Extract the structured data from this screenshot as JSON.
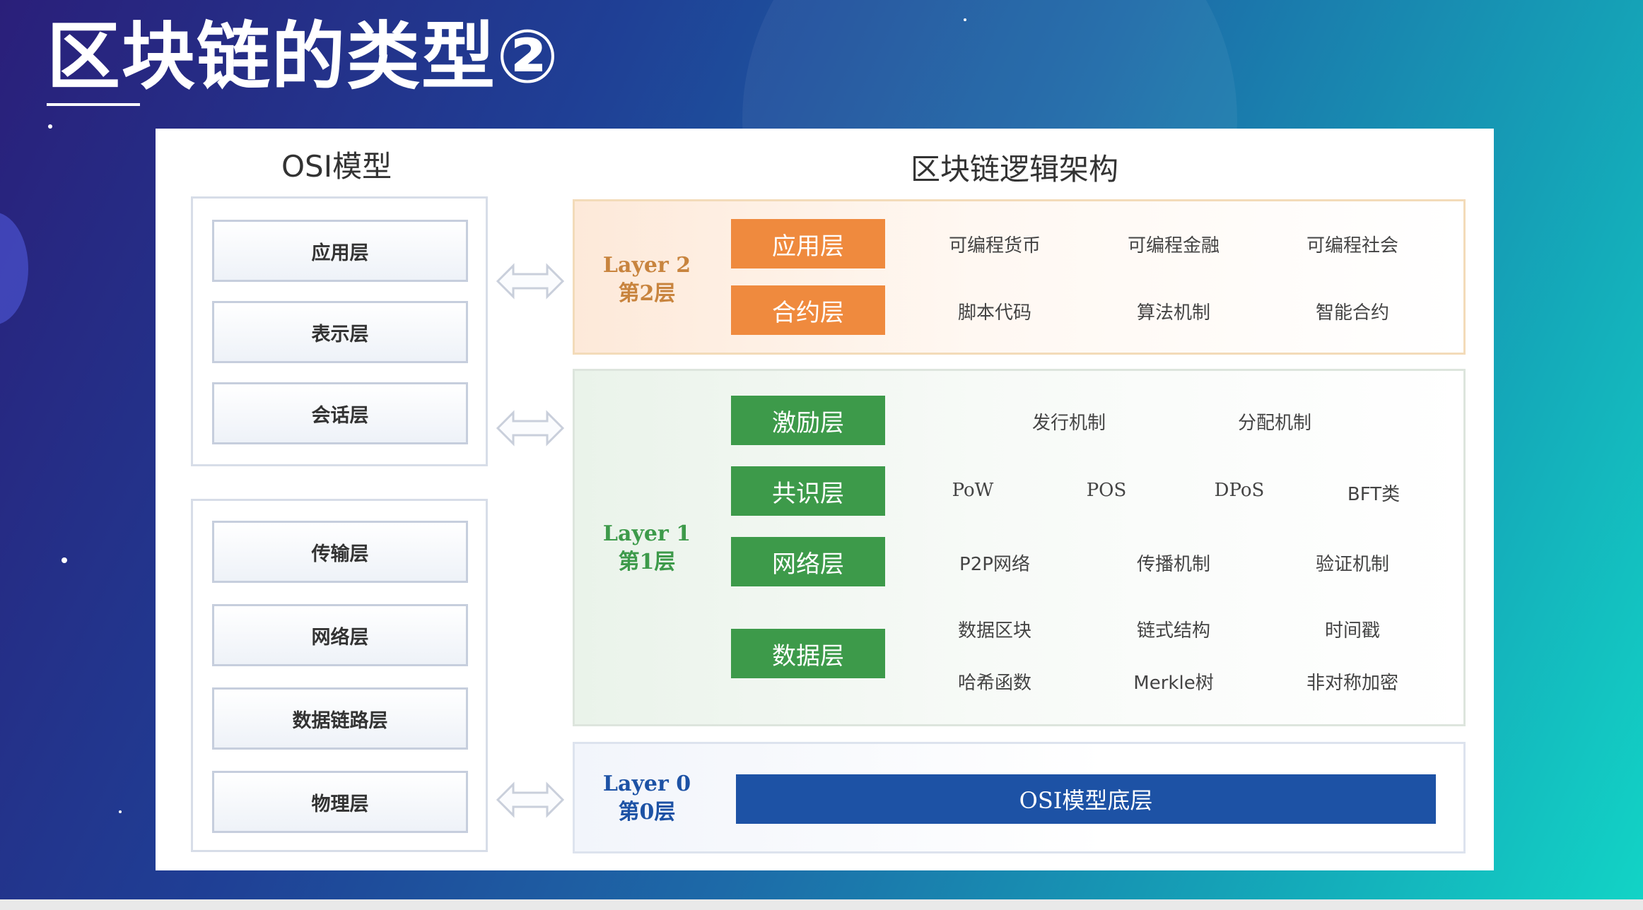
{
  "slide": {
    "title": "区块链的类型②"
  },
  "diagram": {
    "osi_heading": "OSI模型",
    "osi_upper": [
      "应用层",
      "表示层",
      "会话层"
    ],
    "osi_lower": [
      "传输层",
      "网络层",
      "数据链路层",
      "物理层"
    ],
    "logic_heading": "区块链逻辑架构",
    "layer2": {
      "label_en": "Layer 2",
      "label_cn": "第2层",
      "rows": [
        {
          "tag": "应用层",
          "items": [
            "可编程货币",
            "可编程金融",
            "可编程社会"
          ]
        },
        {
          "tag": "合约层",
          "items": [
            "脚本代码",
            "算法机制",
            "智能合约"
          ]
        }
      ]
    },
    "layer1": {
      "label_en": "Layer 1",
      "label_cn": "第1层",
      "rows": [
        {
          "tag": "激励层",
          "items": [
            "发行机制",
            "分配机制"
          ]
        },
        {
          "tag": "共识层",
          "items": [
            "PoW",
            "POS",
            "DPoS",
            "BFT类"
          ]
        },
        {
          "tag": "网络层",
          "items": [
            "P2P网络",
            "传播机制",
            "验证机制"
          ]
        },
        {
          "tag": "数据层",
          "items": [
            "数据区块",
            "链式结构",
            "时间戳",
            "哈希函数",
            "Merkle树",
            "非对称加密"
          ]
        }
      ]
    },
    "layer0": {
      "label_en": "Layer 0",
      "label_cn": "第0层",
      "bar": "OSI模型底层"
    }
  },
  "colors": {
    "orange_tag": "#ef8a3e",
    "green_tag": "#3d9a4a",
    "blue_bar": "#1d52a5",
    "layer2_label": "#c8843e",
    "layer1_label": "#3d9a4a",
    "layer0_label": "#1d52a5"
  },
  "icons": [
    "double-arrow-icon"
  ]
}
